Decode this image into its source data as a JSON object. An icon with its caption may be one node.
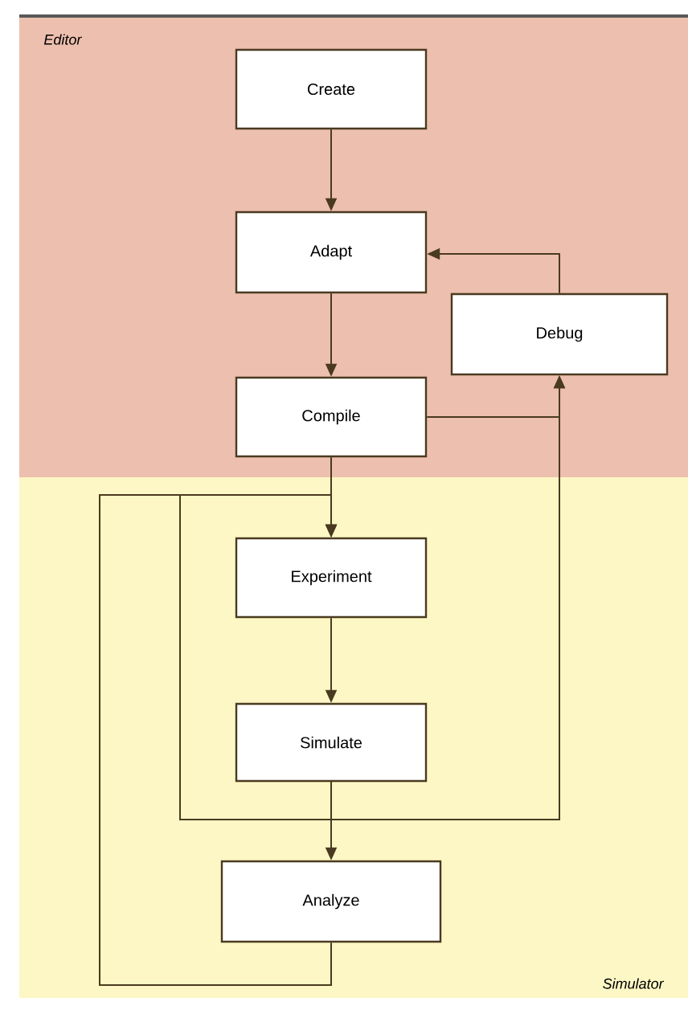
{
  "diagram": {
    "nodes": [
      {
        "text": [
          "Editor"
        ]
      },
      {
        "text": [
          "Create"
        ],
        "in": 0
      },
      {
        "text": [
          "Adapt"
        ],
        "in": 0
      },
      {
        "text": [
          "Debug"
        ],
        "in": 0
      },
      {
        "text": [
          "Compile"
        ],
        "in": 0
      },
      {
        "text": [
          "Simulator"
        ]
      },
      {
        "text": [
          "Experiment"
        ],
        "in": 5
      },
      {
        "text": [
          "Simulate"
        ],
        "in": 5
      },
      {
        "text": [
          "Analyze"
        ],
        "in": 5
      }
    ],
    "edges": [
      {
        "from": 1,
        "to": 2,
        "arrow": "to"
      },
      {
        "from": 2,
        "to": 4,
        "arrow": "to"
      },
      {
        "from": 4,
        "to": 3,
        "arrow": "to"
      },
      {
        "from": 3,
        "to": 2,
        "arrow": "to"
      },
      {
        "from": 4,
        "to": 6,
        "arrow": "to"
      },
      {
        "from": 6,
        "to": 7,
        "arrow": "to"
      },
      {
        "from": 7,
        "to": 8,
        "arrow": "to"
      },
      {
        "from": 7,
        "to": 6,
        "arrow": "to"
      },
      {
        "from": 7,
        "to": 3,
        "arrow": "to"
      },
      {
        "from": 8,
        "to": 6,
        "arrow": "to"
      }
    ]
  }
}
